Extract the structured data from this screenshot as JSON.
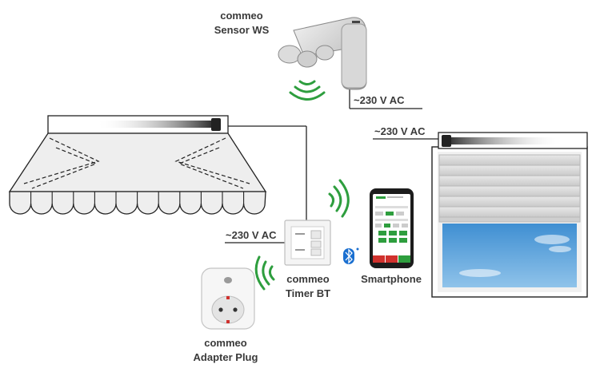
{
  "devices": {
    "sensor": {
      "line1": "commeo",
      "line2": "Sensor WS",
      "power": "~230 V AC"
    },
    "timer": {
      "line1": "commeo",
      "line2": "Timer BT",
      "power": "~230 V AC"
    },
    "shutter": {
      "power": "~230 V AC"
    },
    "smartphone": {
      "label": "Smartphone"
    },
    "adapter": {
      "line1": "commeo",
      "line2": "Adapter Plug"
    }
  },
  "colors": {
    "signal_green": "#2e9e3e",
    "wire": "#222222",
    "label_text": "#3a3a3a",
    "bluetooth_blue": "#1a6fd0",
    "sky_blue": "#4a9ad8"
  },
  "icons": [
    "radio-waves-icon",
    "bluetooth-icon"
  ]
}
